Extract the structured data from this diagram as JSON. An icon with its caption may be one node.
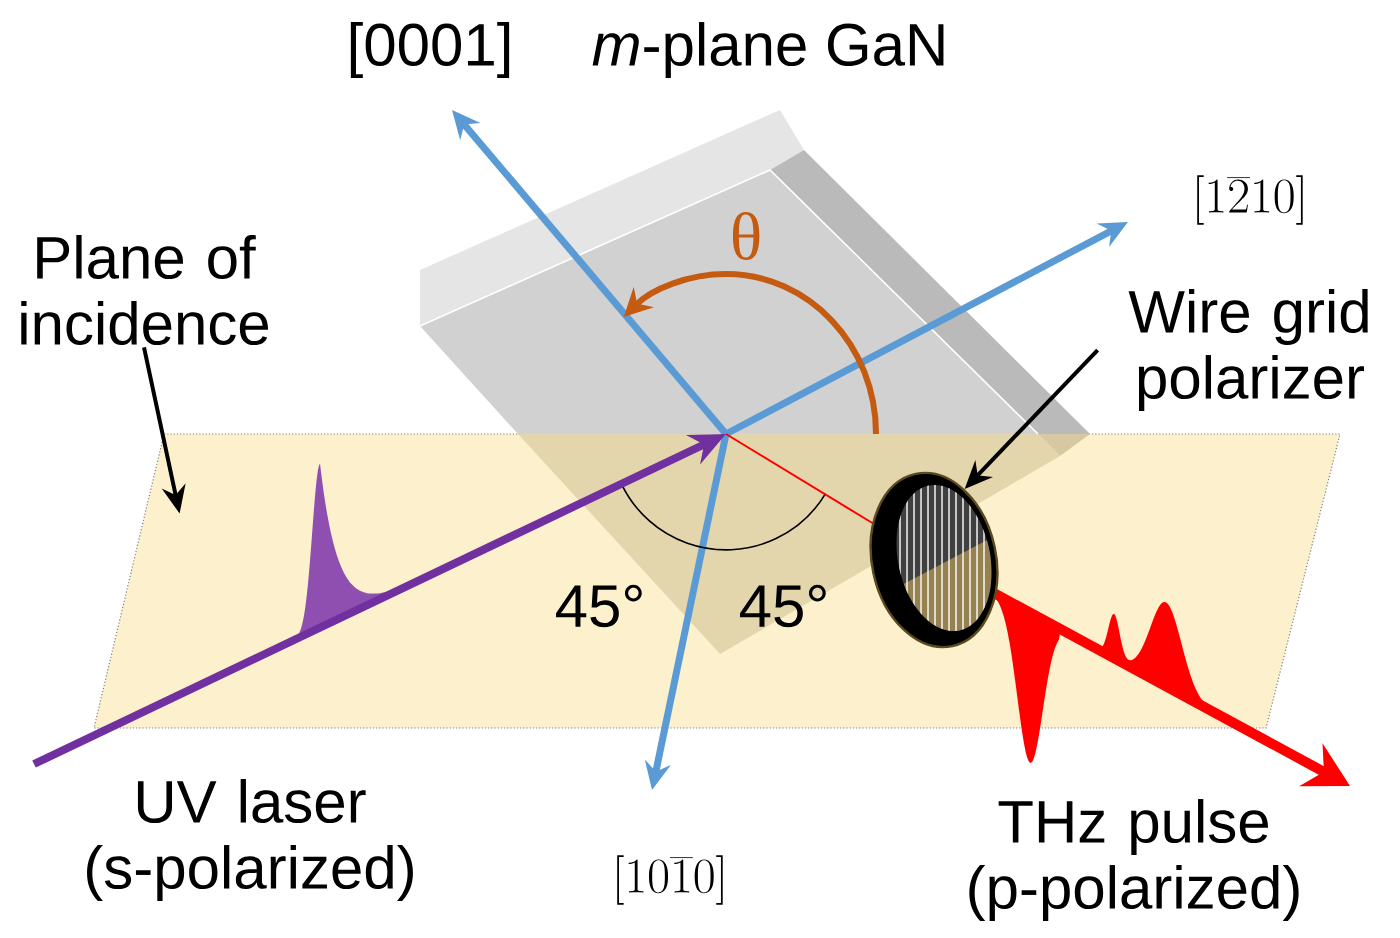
{
  "diagram": {
    "nodes": [
      {
        "text": [
          "Plane of incidence"
        ]
      },
      {
        "text": [],
        "shape": "parallelogram"
      },
      {
        "text": [
          "Wire grid polarizer"
        ]
      },
      {
        "text": [],
        "shape": "ellipse",
        "in": 1
      }
    ],
    "edges": [
      {
        "from": 0,
        "to": 1,
        "arrow": "to"
      },
      {
        "from": 2,
        "to": 3,
        "arrow": "to"
      }
    ],
    "labels": [
      "*m*-plane GaN",
      "[0001]",
      "[1\\overline{2}10]",
      "θ",
      "45°",
      "45°",
      "UV laser (s-polarized)",
      "[10\\overline{1}0]",
      "THz pulse (p-polarized)"
    ]
  }
}
